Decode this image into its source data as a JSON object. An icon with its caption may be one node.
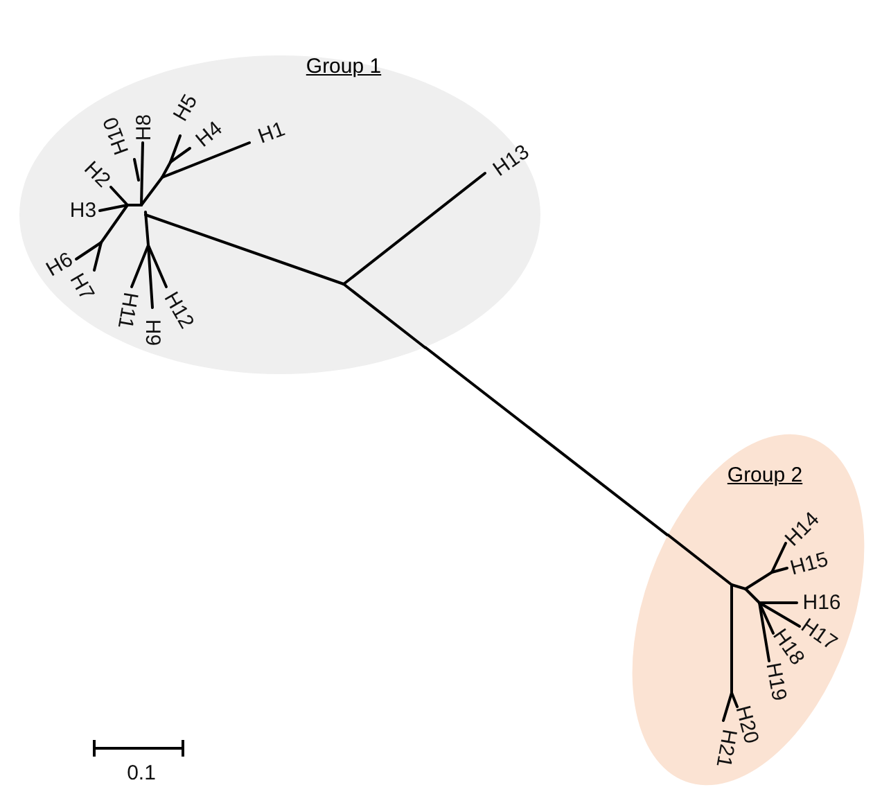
{
  "diagram": {
    "nodes": [
      {
        "text": [
          "Group 1"
        ]
      },
      {
        "text": [
          "Group 2"
        ]
      }
    ],
    "edges": [
      {
        "from": 0,
        "to": 1,
        "arrow": "none"
      }
    ],
    "labels": [
      "H5",
      "H8",
      "H10",
      "H4",
      "H1",
      "H13",
      "H2",
      "H3",
      "H6",
      "H7",
      "H11",
      "H9",
      "H12",
      "H14",
      "H15",
      "H16",
      "H17",
      "H18",
      "H19",
      "H20",
      "H21",
      "0.1"
    ]
  }
}
